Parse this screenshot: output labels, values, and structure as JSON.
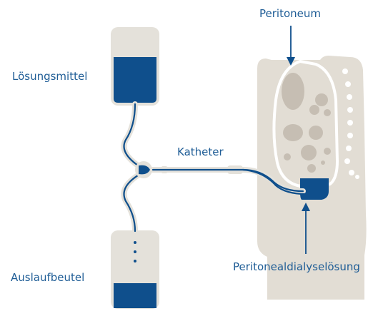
{
  "labels": {
    "solvent_bag": "Lösungsmittel",
    "drain_bag": "Auslaufbeutel",
    "catheter": "Katheter",
    "peritoneum": "Peritoneum",
    "dialysis_solution": "Peritonealdialyselösung"
  },
  "colors": {
    "fluid": "#0f4f8c",
    "tube": "#0f4f8c",
    "bag": "#e4e1da",
    "body": "#e2ddd4",
    "organ": "#c6beb3",
    "label": "#1f5d96"
  }
}
